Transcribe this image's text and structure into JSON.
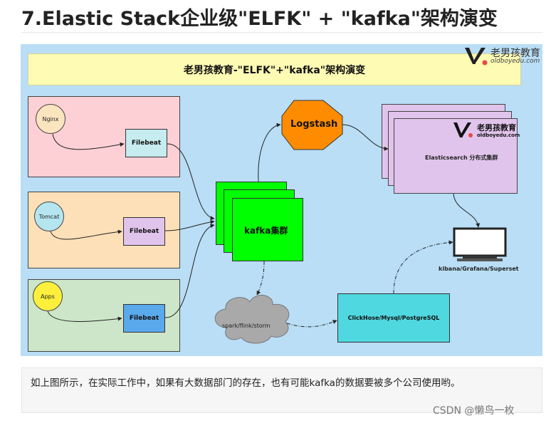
{
  "heading": "7.Elastic Stack企业级\"ELFK\" + \"kafka\"架构演变",
  "diagram": {
    "banner": "老男孩教育-\"ELFK\"+\"kafka\"架构演变",
    "logo": {
      "cn": "老男孩教育",
      "en": "oldboyedu.com"
    },
    "sources": [
      {
        "name": "Nginx",
        "shipper": "Filebeat"
      },
      {
        "name": "Tomcat",
        "shipper": "Filebeat"
      },
      {
        "name": "Apps",
        "shipper": "Filebeat"
      }
    ],
    "kafka_label": "kafka集群",
    "logstash_label": "Logstash",
    "es_label": "Elasticsearch 分布式集群",
    "es_logo": {
      "cn": "老男孩教育",
      "en": "oldboyedu.com"
    },
    "monitor_label": "kibana/Grafana/Superset",
    "cloud_label": "spark/flink/storm",
    "storage_label": "ClickHose/Mysql/PostgreSQL",
    "colors": {
      "background": "#b9def6",
      "banner": "#fefbb4",
      "nginx_panel": "#fdd0d6",
      "tomcat_panel": "#fde0b8",
      "apps_panel": "#cde6c9",
      "kafka": "#00ff00",
      "logstash": "#ff8c00",
      "elasticsearch": "#e1c4ec",
      "storage": "#4fd8e0"
    }
  },
  "note": "如上图所示，在实际工作中，如果有大数据部门的存在，也有可能kafka的数据要被多个公司使用哟。",
  "watermark": "CSDN @懒鸟一枚"
}
